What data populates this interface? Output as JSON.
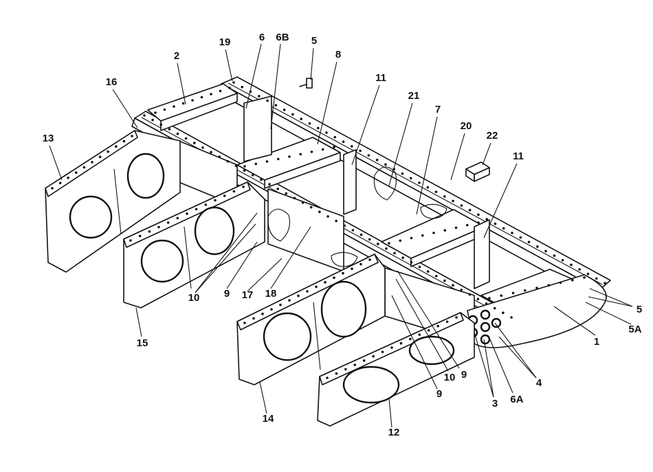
{
  "figure": {
    "title": "",
    "callouts": {
      "c1": "1",
      "c2": "2",
      "c3": "3",
      "c4": "4",
      "c5a": "5",
      "c5b": "5",
      "c5A": "5A",
      "c6": "6",
      "c6A": "6A",
      "c6B": "6B",
      "c7": "7",
      "c8": "8",
      "c9a": "9",
      "c9b": "9",
      "c9c": "9",
      "c10a": "10",
      "c10b": "10",
      "c11a": "11",
      "c11b": "11",
      "c12": "12",
      "c13": "13",
      "c14": "14",
      "c15": "15",
      "c16": "16",
      "c17": "17",
      "c18": "18",
      "c19": "19",
      "c20": "20",
      "c21": "21",
      "c22": "22"
    }
  }
}
